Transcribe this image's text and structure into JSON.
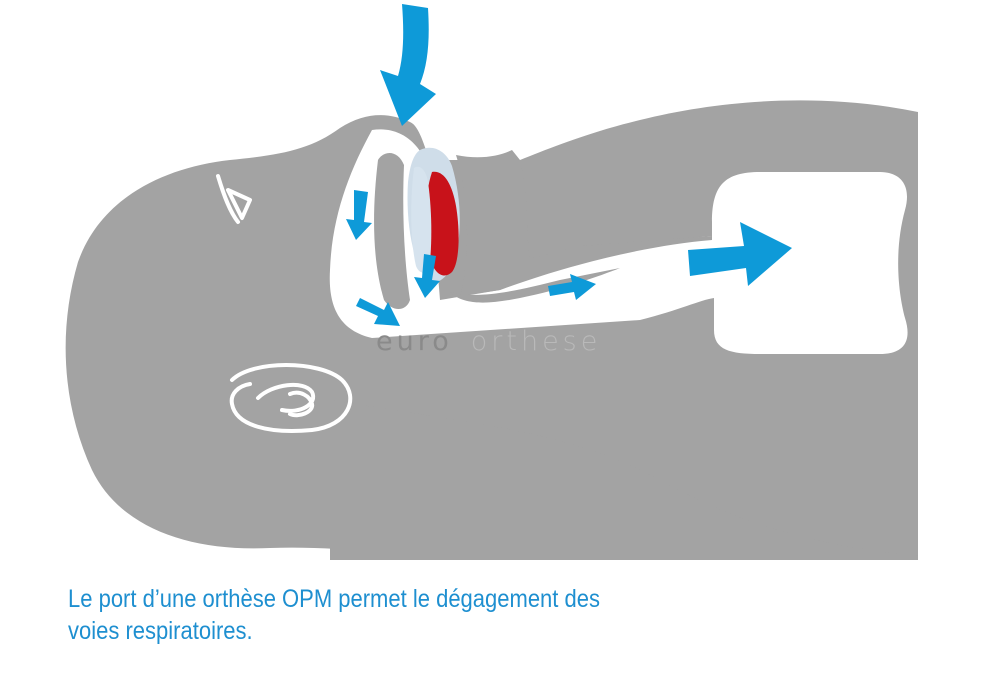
{
  "watermark": {
    "part1": "euro",
    "part2": "orthese"
  },
  "caption": {
    "line1": "Le port d’une orthèse OPM permet le dégagement des",
    "line2": "voies respiratoires."
  },
  "colors": {
    "head": "#a3a3a3",
    "airway": "#ffffff",
    "arrow": "#0e9ad8",
    "orthosis": "#cfdde9",
    "tongue": "#c8121a",
    "caption": "#1e8fd0"
  },
  "icons": [
    "airflow-arrow-icon",
    "eye-icon",
    "ear-icon"
  ]
}
